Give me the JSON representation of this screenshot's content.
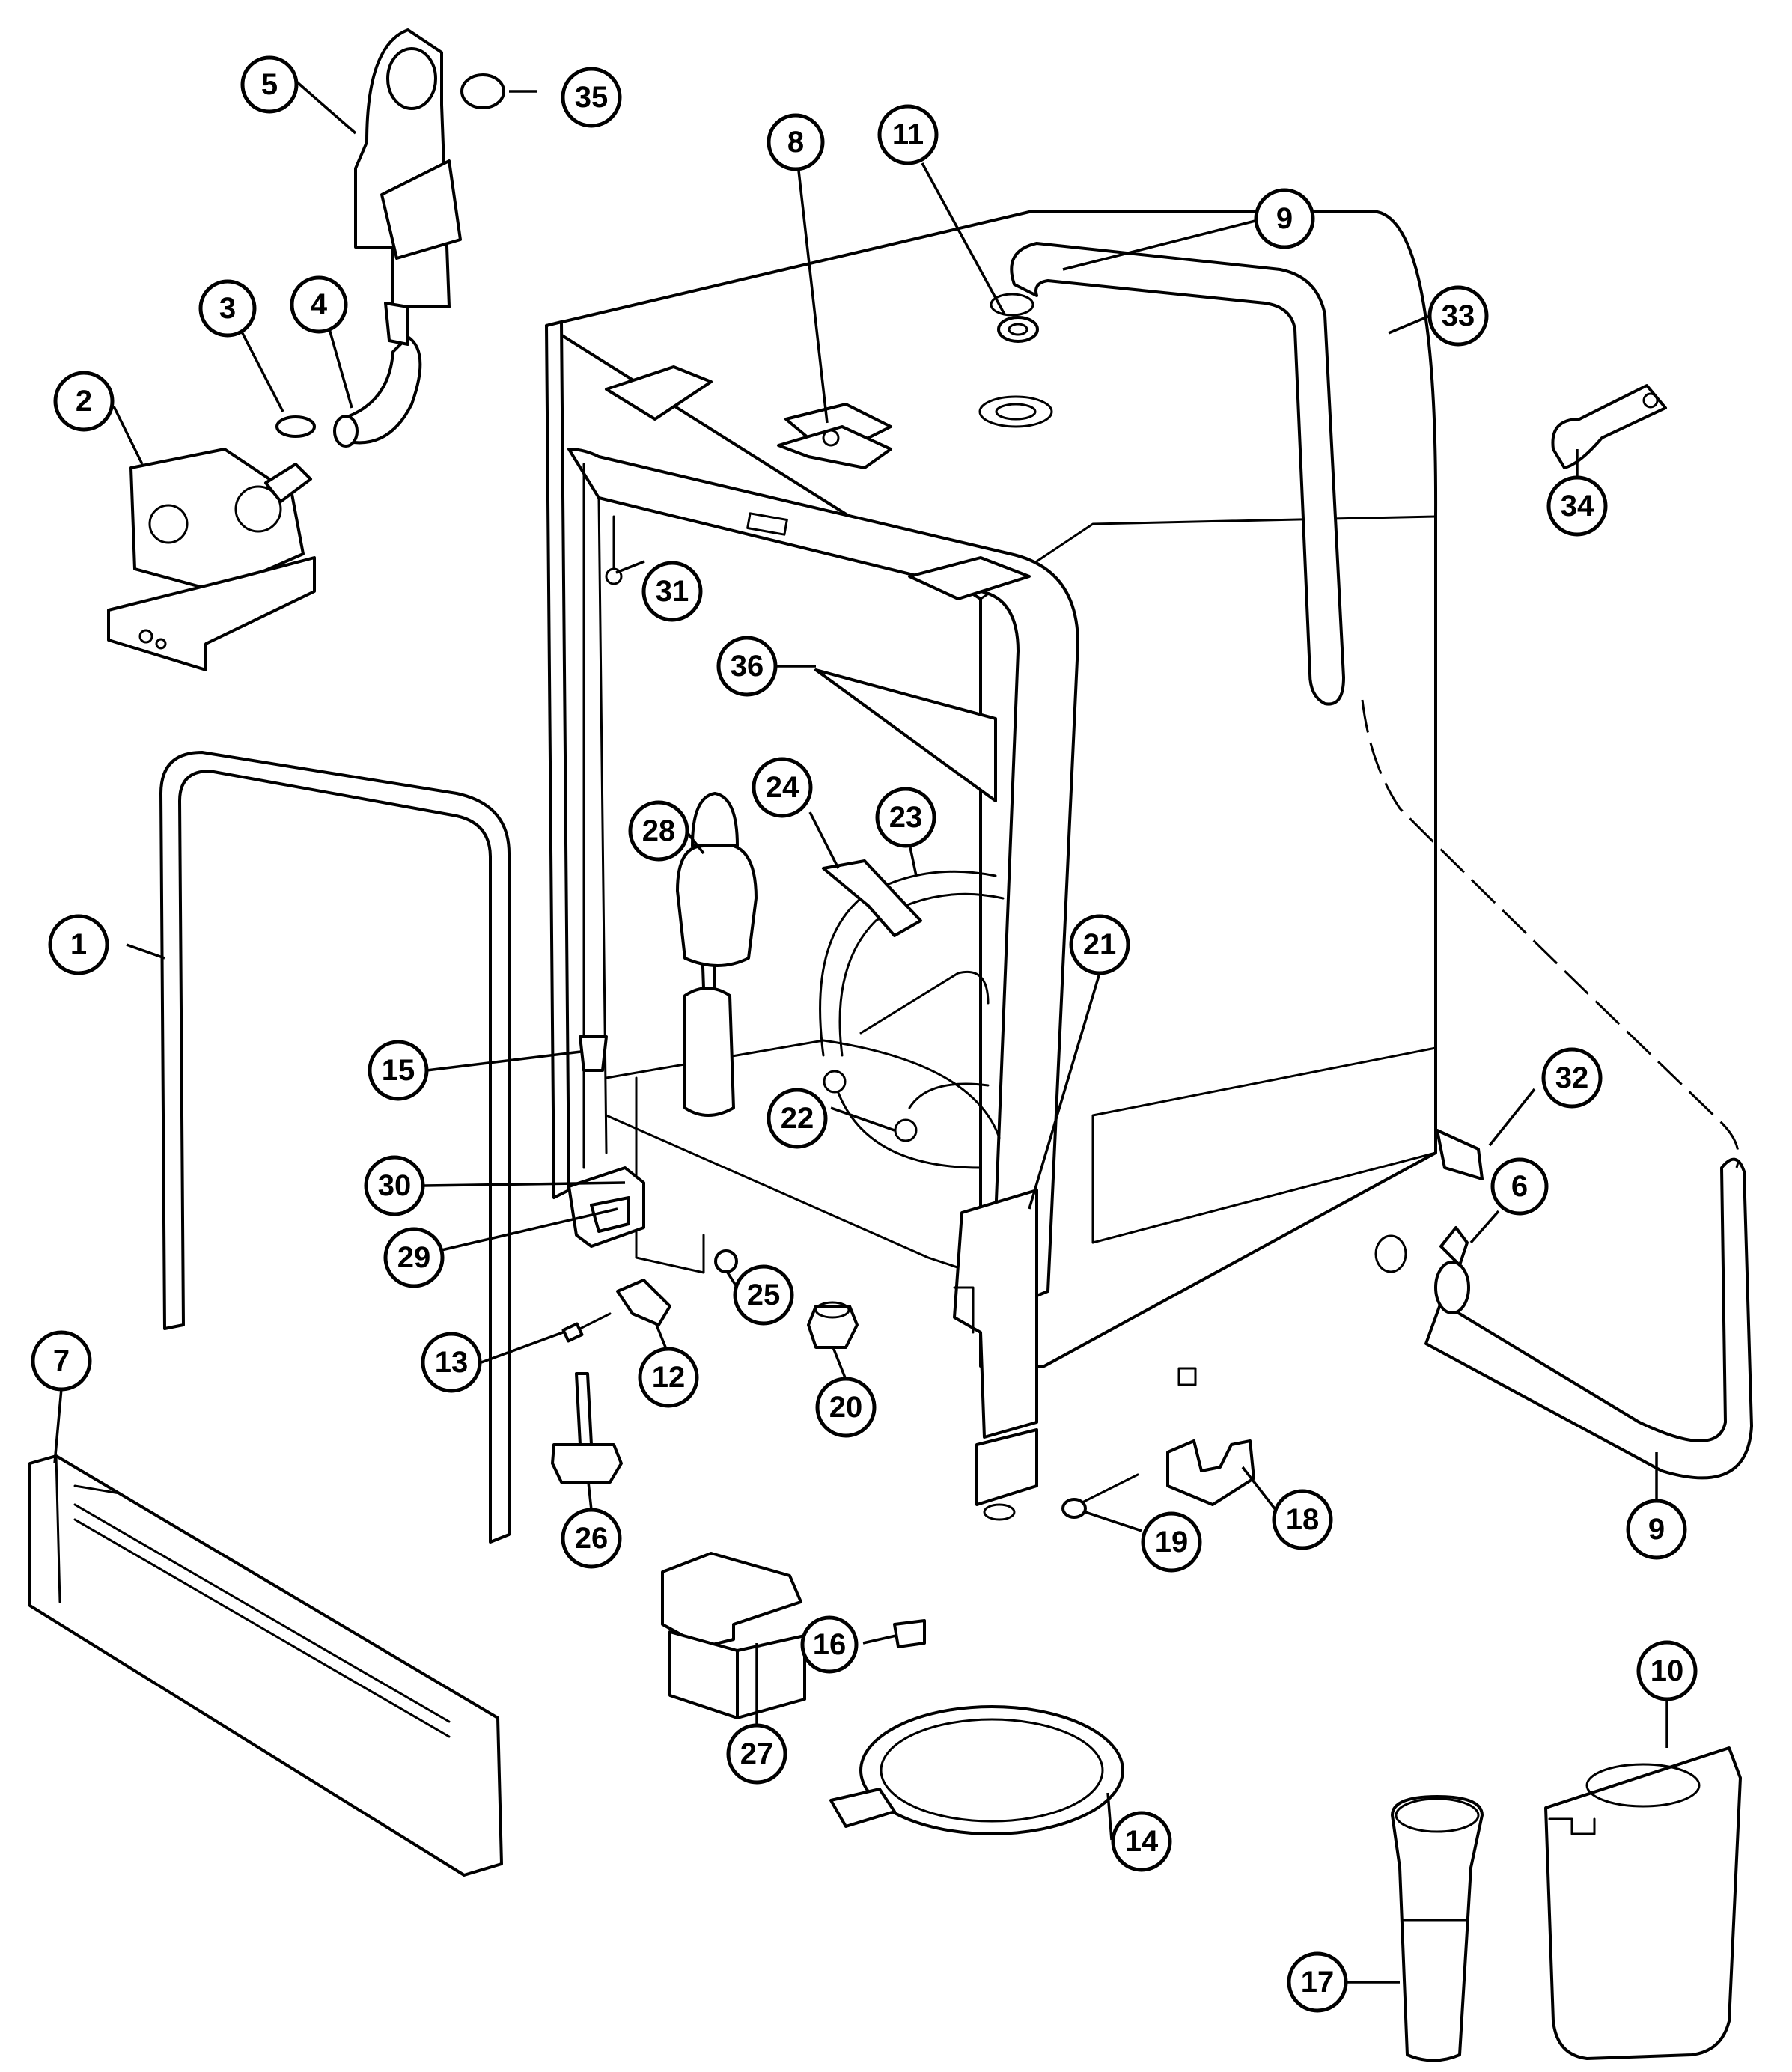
{
  "callouts": [
    {
      "id": "1",
      "label": "1"
    },
    {
      "id": "2",
      "label": "2"
    },
    {
      "id": "3",
      "label": "3"
    },
    {
      "id": "4",
      "label": "4"
    },
    {
      "id": "5",
      "label": "5"
    },
    {
      "id": "6",
      "label": "6"
    },
    {
      "id": "7",
      "label": "7"
    },
    {
      "id": "8",
      "label": "8"
    },
    {
      "id": "9a",
      "label": "9"
    },
    {
      "id": "9b",
      "label": "9"
    },
    {
      "id": "10",
      "label": "10"
    },
    {
      "id": "11",
      "label": "11"
    },
    {
      "id": "12",
      "label": "12"
    },
    {
      "id": "13",
      "label": "13"
    },
    {
      "id": "14",
      "label": "14"
    },
    {
      "id": "15",
      "label": "15"
    },
    {
      "id": "16",
      "label": "16"
    },
    {
      "id": "17",
      "label": "17"
    },
    {
      "id": "18",
      "label": "18"
    },
    {
      "id": "19",
      "label": "19"
    },
    {
      "id": "20",
      "label": "20"
    },
    {
      "id": "21",
      "label": "21"
    },
    {
      "id": "22",
      "label": "22"
    },
    {
      "id": "23",
      "label": "23"
    },
    {
      "id": "24",
      "label": "24"
    },
    {
      "id": "25",
      "label": "25"
    },
    {
      "id": "26",
      "label": "26"
    },
    {
      "id": "27",
      "label": "27"
    },
    {
      "id": "28",
      "label": "28"
    },
    {
      "id": "29",
      "label": "29"
    },
    {
      "id": "30",
      "label": "30"
    },
    {
      "id": "31",
      "label": "31"
    },
    {
      "id": "32",
      "label": "32"
    },
    {
      "id": "33",
      "label": "33"
    },
    {
      "id": "34",
      "label": "34"
    },
    {
      "id": "35",
      "label": "35"
    },
    {
      "id": "36",
      "label": "36"
    }
  ]
}
